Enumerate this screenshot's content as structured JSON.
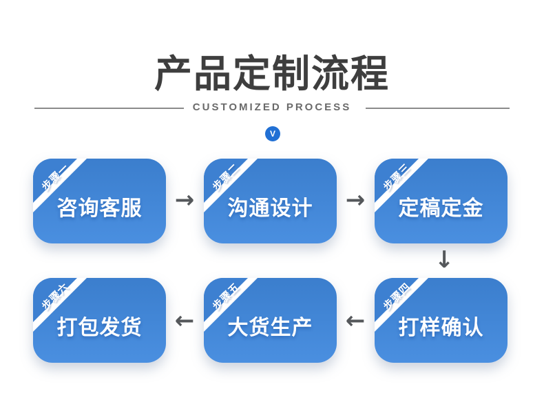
{
  "header": {
    "title": "产品定制流程",
    "subtitle": "CUSTOMIZED PROCESS",
    "badge": {
      "label": "V",
      "bg": "#2170d4",
      "fg": "#ffffff"
    },
    "title_color": "#3e3e3e",
    "subtitle_color": "#6a6a6a",
    "divider_color": "#8a8a8a"
  },
  "flow": {
    "steps": [
      {
        "step_label": "步骤一",
        "title": "咨询客服"
      },
      {
        "step_label": "步骤二",
        "title": "沟通设计"
      },
      {
        "step_label": "步骤三",
        "title": "定稿定金"
      },
      {
        "step_label": "步骤四",
        "title": "打样确认"
      },
      {
        "step_label": "步骤五",
        "title": "大货生产"
      },
      {
        "step_label": "步骤六",
        "title": "打包发货"
      }
    ],
    "order_note": "row1 left-to-right: steps 1-3; down arrow after step 3; row2 right-to-left: steps 4-6",
    "arrow_right": "→",
    "arrow_left": "←",
    "arrow_down": "↓",
    "card_color_top": "#3b7ecd",
    "card_color_bottom": "#4a8fe0",
    "ribbon_stripe_color": "#ffffff",
    "arrow_color": "#55585b",
    "text_color": "#ffffff"
  }
}
